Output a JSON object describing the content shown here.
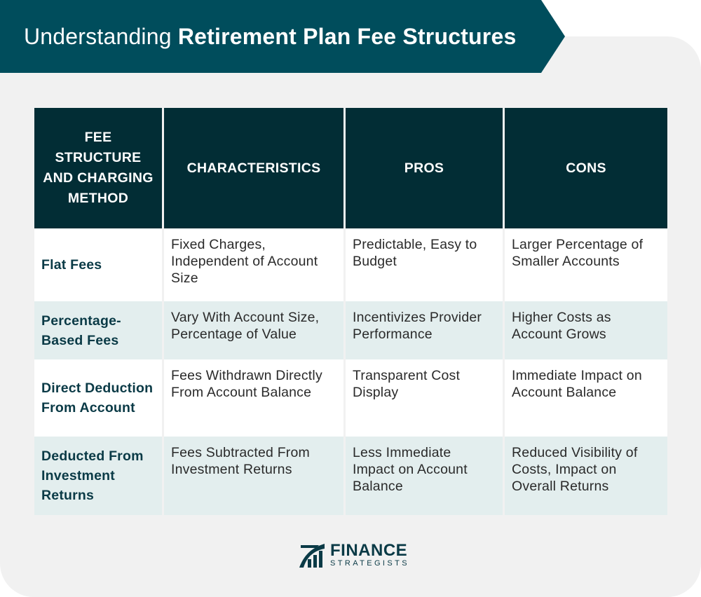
{
  "header": {
    "title_light": "Understanding ",
    "title_bold": "Retirement Plan Fee Structures"
  },
  "table": {
    "headers": [
      "FEE STRUCTURE AND CHARGING METHOD",
      "CHARACTERISTICS",
      "PROS",
      "CONS"
    ],
    "rows": [
      {
        "method": "Flat Fees",
        "characteristics": "Fixed Charges, Independent of Account Size",
        "pros": "Predictable, Easy to Budget",
        "cons": "Larger Percentage of Smaller Accounts"
      },
      {
        "method": "Percentage-Based Fees",
        "characteristics": "Vary With Account Size, Percentage of Value",
        "pros": "Incentivizes Provider Performance",
        "cons": "Higher Costs as Account Grows"
      },
      {
        "method": "Direct Deduction From Account",
        "characteristics": "Fees Withdrawn Directly From Account Balance",
        "pros": "Transparent Cost Display",
        "cons": "Immediate Impact on Account Balance"
      },
      {
        "method": "Deducted From Investment Returns",
        "characteristics": "Fees Subtracted From Investment Returns",
        "pros": "Less Immediate Impact on Account Balance",
        "cons": "Reduced Visibility of Costs, Impact on Overall Returns"
      }
    ]
  },
  "logo": {
    "main": "FINANCE",
    "sub": "STRATEGISTS",
    "icon": "finance-strategists-logo-icon"
  },
  "colors": {
    "banner": "#004d5c",
    "header_cell": "#022d35",
    "row_tint": "#e3eeee",
    "card_background": "#f1f1f1"
  }
}
